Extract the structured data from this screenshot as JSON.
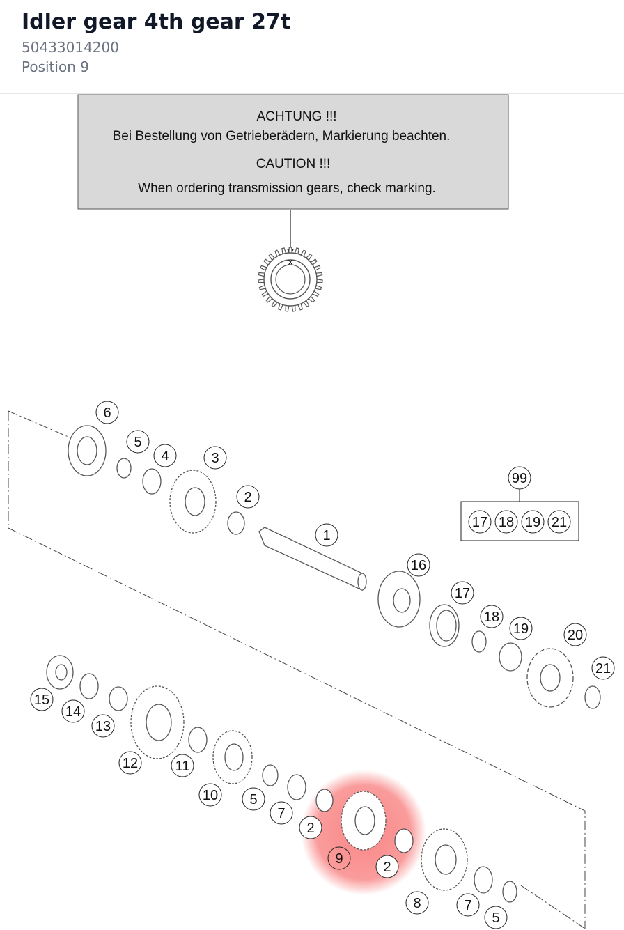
{
  "header": {
    "title": "Idler gear 4th gear 27t",
    "part_number": "50433014200",
    "position": "Position 9"
  },
  "notice": {
    "de_heading": "ACHTUNG !!!",
    "de_text": "Bei Bestellung von Getrieberädern, Markierung beachten.",
    "en_heading": "CAUTION !!!",
    "en_text": "When ordering transmission gears, check marking.",
    "marker": "x"
  },
  "kit": {
    "label": "99",
    "items": [
      "17",
      "18",
      "19",
      "21"
    ]
  },
  "callouts": [
    "6",
    "5",
    "4",
    "3",
    "2",
    "1",
    "16",
    "17",
    "18",
    "19",
    "20",
    "21",
    "15",
    "14",
    "13",
    "12",
    "11",
    "10",
    "5",
    "7",
    "2",
    "9",
    "2",
    "8",
    "7",
    "5"
  ],
  "highlight": {
    "position": "9",
    "color": "#f87171"
  }
}
